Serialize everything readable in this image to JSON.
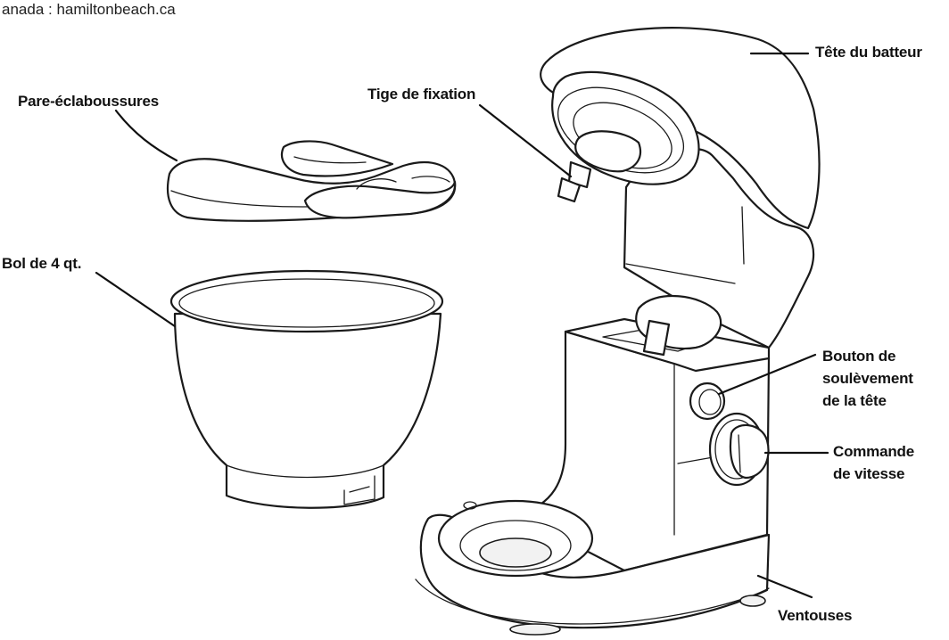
{
  "header_text": "anada : hamiltonbeach.ca",
  "labels": {
    "tete_du_batteur": "Tête du batteur",
    "tige_de_fixation": "Tige de fixation",
    "pare_eclaboussures": "Pare-éclaboussures",
    "bol": "Bol de 4 qt.",
    "bouton_line1": "Bouton de",
    "bouton_line2": "soulèvement",
    "bouton_line3": "de la tête",
    "commande_line1": "Commande",
    "commande_line2": "de vitesse",
    "ventouses": "Ventouses"
  }
}
